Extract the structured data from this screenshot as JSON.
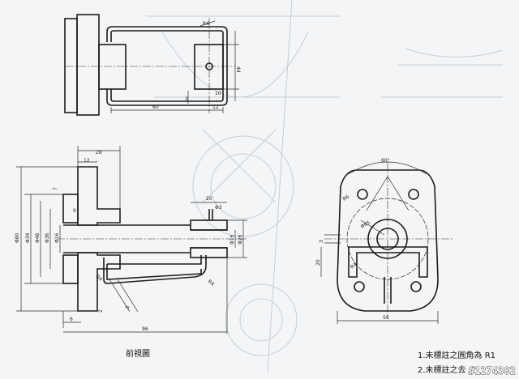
{
  "drawing": {
    "top_view": {
      "dims": {
        "r4": "R4",
        "d60": "60",
        "d12": "12",
        "d10": "10",
        "d3": "3",
        "d44": "44"
      }
    },
    "front_view": {
      "caption": "前視圖",
      "dims": {
        "d28": "28",
        "d12": "12",
        "d7": "7",
        "d9": "9",
        "phi80": "Φ80",
        "phi34": "Φ34",
        "phi48": "Φ48",
        "phi36": "Φ36",
        "phi16": "Φ16",
        "d20": "20",
        "phi3": "Φ3",
        "phi26": "Φ26",
        "phi16b": "Φ16",
        "r4a": "R4",
        "r4b": "R4",
        "d2": "2",
        "d5": "5",
        "d6": "6",
        "d96": "96"
      }
    },
    "side_view": {
      "dims": {
        "angle": "60°",
        "r6": "R6",
        "phi65": "Φ65",
        "d3": "3",
        "d20": "20",
        "r4": "R4",
        "d58": "58"
      }
    },
    "notes": [
      "1.未標註之圓角為 R1",
      "2.未標註之去"
    ],
    "watermark": "#1274382"
  }
}
